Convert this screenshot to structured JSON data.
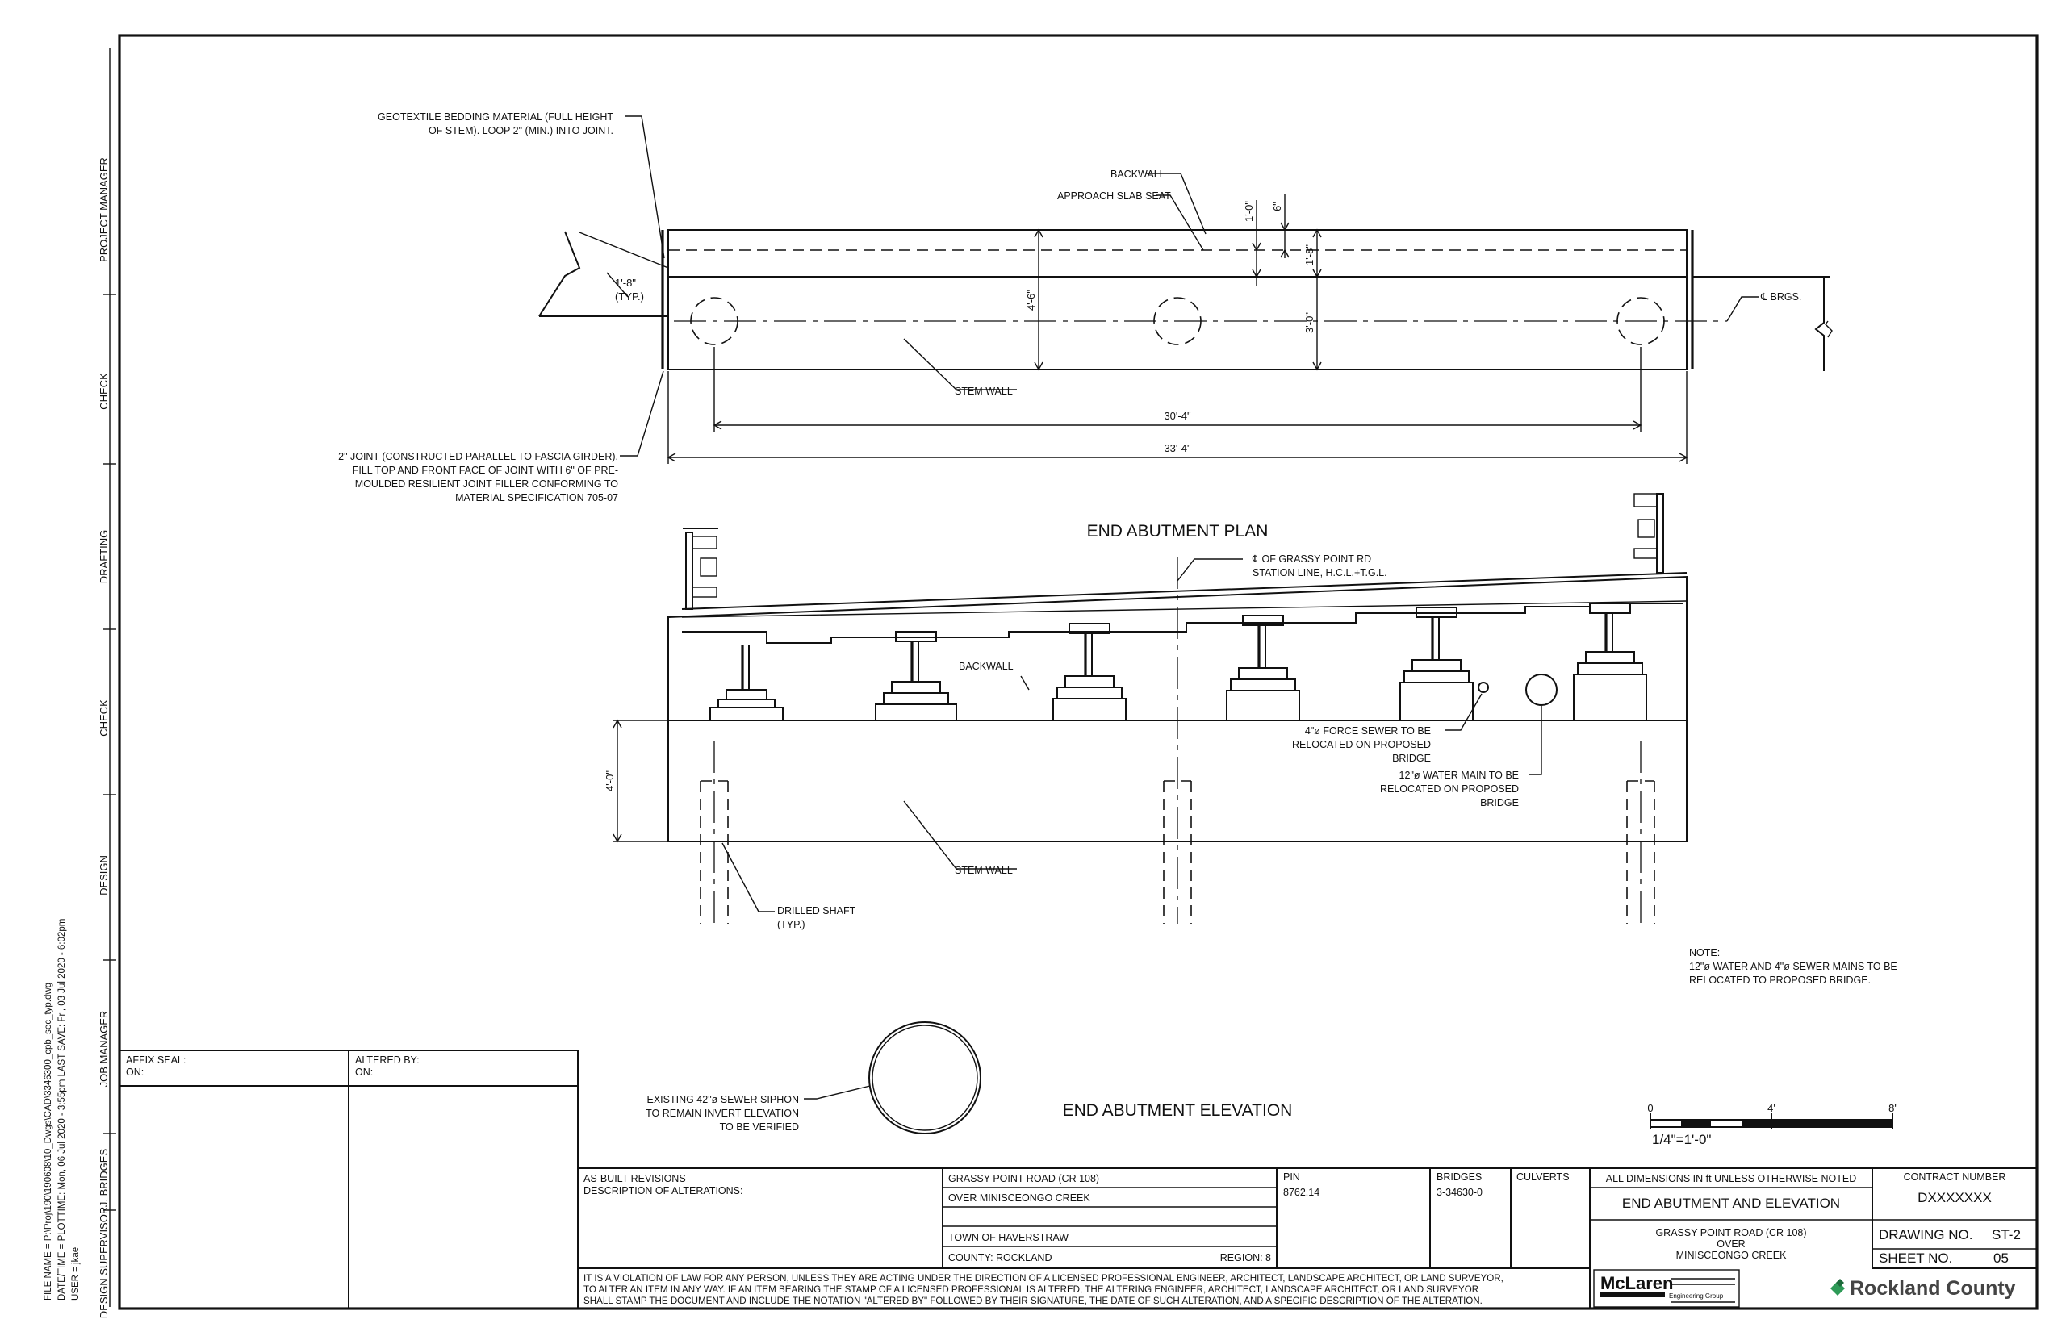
{
  "side_labels": [
    "PROJECT MANAGER",
    "CHECK",
    "DRAFTING",
    "CHECK",
    "DESIGN",
    "JOB MANAGER",
    "J. BRIDGES",
    "DESIGN SUPERVISOR"
  ],
  "file_info": [
    "FILE NAME = P:\\Proj\\190\\190608\\10_Dwgs\\CAD\\3346300_cpb_sec_typ.dwg",
    "DATE/TIME = PLOTTIME: Mon, 06 Jul 2020 - 3:55pm  LAST SAVE: Fri, 03 Jul 2020 - 6:02pm",
    "USER = jkae"
  ],
  "plan": {
    "title": "END ABUTMENT PLAN",
    "labels": {
      "geotextile": [
        "GEOTEXTILE BEDDING MATERIAL (FULL HEIGHT",
        "OF STEM).  LOOP 2\" (MIN.) INTO JOINT."
      ],
      "backwall": "BACKWALL",
      "approach": "APPROACH SLAB SEAT",
      "brgs": "℄ BRGS.",
      "stem_wall": "STEM WALL",
      "joint_typ": [
        "1'-8\"",
        "(TYP.)"
      ],
      "joint_note": [
        "2\" JOINT (CONSTRUCTED PARALLEL TO FASCIA GIRDER).",
        "FILL TOP AND FRONT FACE OF JOINT WITH 6\" OF PRE-",
        "MOULDED RESILIENT JOINT FILLER CONFORMING TO",
        "MATERIAL SPECIFICATION 705-07"
      ]
    },
    "dims": {
      "d1": "1'-0\"",
      "d2": "6\"",
      "d3": "1'-8\"",
      "d4": "4'-6\"",
      "d5": "3'-0\"",
      "d6": "30'-4\"",
      "d7": "33'-4\""
    }
  },
  "elevation": {
    "title": "END ABUTMENT ELEVATION",
    "labels": {
      "cl": [
        "℄ OF GRASSY POINT RD",
        "STATION LINE, H.C.L.+T.G.L."
      ],
      "backwall": "BACKWALL",
      "force_sewer": [
        "4\"ø FORCE SEWER TO BE",
        "RELOCATED ON PROPOSED",
        "BRIDGE"
      ],
      "water_main": [
        "12\"ø WATER MAIN TO BE",
        "RELOCATED ON PROPOSED",
        "BRIDGE"
      ],
      "stem_wall": "STEM WALL",
      "drilled_shaft": [
        "DRILLED SHAFT",
        "(TYP.)"
      ],
      "dim_h": "4'-0\"",
      "note": [
        "NOTE:",
        "12\"ø WATER AND 4\"ø SEWER MAINS TO BE",
        "RELOCATED TO PROPOSED BRIDGE."
      ],
      "siphon": [
        "EXISTING 42\"ø SEWER SIPHON",
        "TO REMAIN INVERT ELEVATION",
        "TO BE VERIFIED"
      ]
    }
  },
  "scale_bar": {
    "t0": "0",
    "t1": "4'",
    "t2": "8'",
    "label": "1/4\"=1'-0\""
  },
  "title_block": {
    "affix_seal": [
      "AFFIX SEAL:",
      "ON:"
    ],
    "altered_by": [
      "ALTERED BY:",
      "ON:"
    ],
    "asbuilt": [
      "AS-BUILT REVISIONS",
      "DESCRIPTION OF ALTERATIONS:"
    ],
    "road": "GRASSY POINT ROAD (CR 108)",
    "over": "OVER MINISCEONGO CREEK",
    "town": "TOWN OF HAVERSTRAW",
    "county": "COUNTY: ROCKLAND",
    "region": "REGION: 8",
    "pin_label": "PIN",
    "pin_value": "8762.14",
    "bridges_label": "BRIDGES",
    "bridges_value": "3-34630-0",
    "culverts_label": "CULVERTS",
    "dims_note": "ALL DIMENSIONS IN ft UNLESS OTHERWISE NOTED",
    "sheet_title": "END ABUTMENT AND ELEVATION",
    "sheet_sub": [
      "GRASSY POINT ROAD (CR 108)",
      "OVER",
      "MINISCEONGO CREEK"
    ],
    "contract_label": "CONTRACT NUMBER",
    "contract_value": "DXXXXXXX",
    "drawing_label": "DRAWING NO.",
    "drawing_value": "ST-2",
    "sheet_label": "SHEET NO.",
    "sheet_value": "05",
    "violation": [
      "IT IS A VIOLATION OF LAW FOR ANY PERSON, UNLESS THEY ARE ACTING UNDER THE DIRECTION OF A LICENSED PROFESSIONAL ENGINEER, ARCHITECT, LANDSCAPE ARCHITECT, OR LAND SURVEYOR,",
      "TO ALTER AN ITEM IN ANY WAY. IF AN ITEM BEARING THE STAMP OF A LICENSED PROFESSIONAL IS ALTERED, THE ALTERING ENGINEER, ARCHITECT, LANDSCAPE ARCHITECT, OR LAND SURVEYOR",
      "SHALL STAMP THE DOCUMENT AND INCLUDE THE NOTATION \"ALTERED BY\" FOLLOWED BY THEIR SIGNATURE, THE DATE OF SUCH ALTERATION, AND A SPECIFIC DESCRIPTION OF THE ALTERATION."
    ],
    "mclaren": "McLaren",
    "mclaren_sub": "Engineering Group",
    "rockland": "Rockland County"
  }
}
